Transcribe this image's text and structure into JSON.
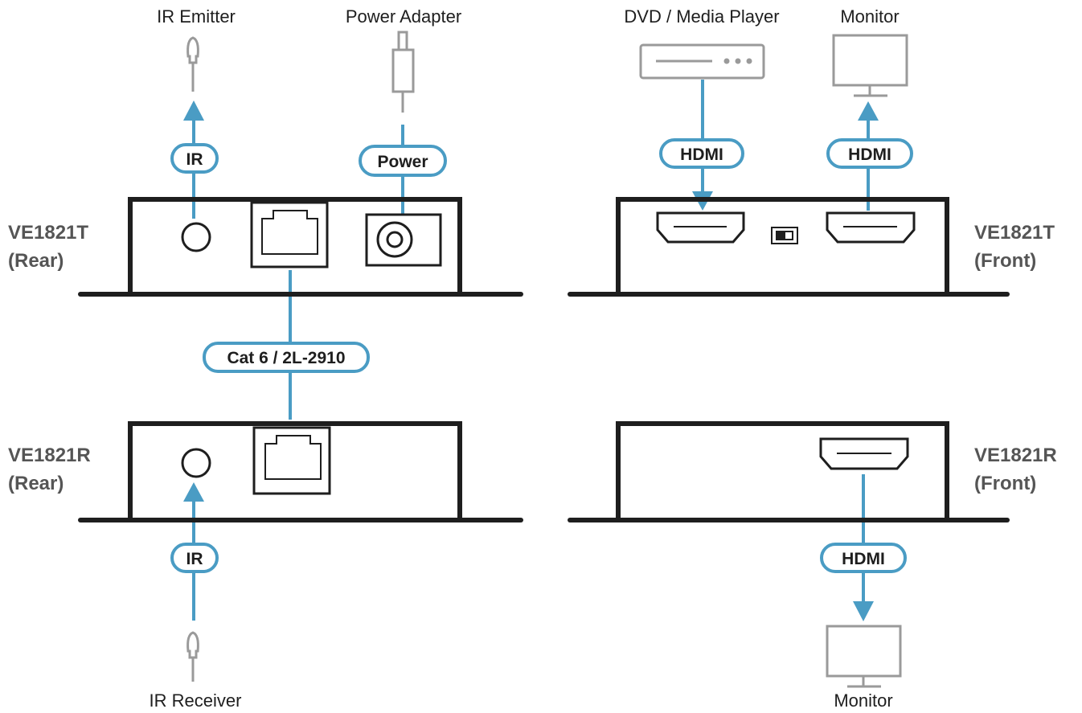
{
  "labels": {
    "ir_emitter": "IR Emitter",
    "power_adapter": "Power Adapter",
    "dvd_player": "DVD / Media Player",
    "monitor_top": "Monitor",
    "ir_receiver": "IR Receiver",
    "monitor_bottom": "Monitor"
  },
  "devices": {
    "t_rear": {
      "line1": "VE1821T",
      "line2": "(Rear)"
    },
    "t_front": {
      "line1": "VE1821T",
      "line2": "(Front)"
    },
    "r_rear": {
      "line1": "VE1821R",
      "line2": "(Rear)"
    },
    "r_front": {
      "line1": "VE1821R",
      "line2": "(Front)"
    }
  },
  "cables": {
    "ir_top": "IR",
    "power": "Power",
    "hdmi_in": "HDMI",
    "hdmi_out_top": "HDMI",
    "cat6": "Cat 6 / 2L-2910",
    "ir_bottom": "IR",
    "hdmi_out_bottom": "HDMI"
  },
  "colors": {
    "cable": "#4a9cc4",
    "outline": "#1e1e1e",
    "peripheral": "#9a9a9a"
  }
}
